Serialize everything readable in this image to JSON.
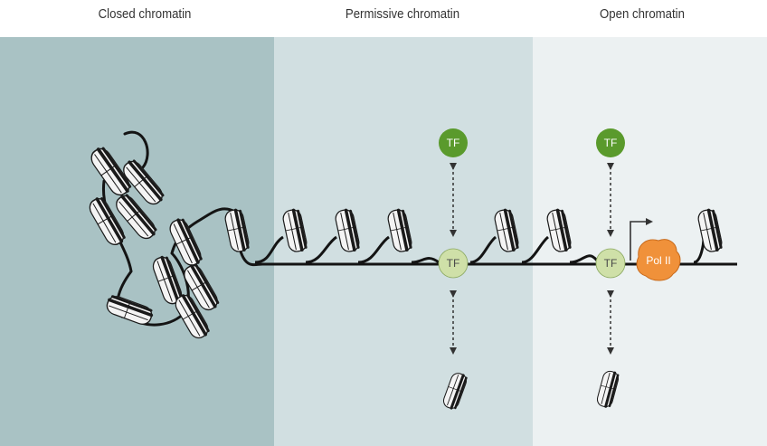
{
  "regions": [
    {
      "title": "Closed chromatin",
      "color": "#a9c2c4"
    },
    {
      "title": "Permissive chromatin",
      "color": "#d1dfe1"
    },
    {
      "title": "Open chromatin",
      "color": "#ecf1f2"
    }
  ],
  "labels": {
    "tf": "TF",
    "pol": "Pol II"
  },
  "colors": {
    "tf_free": "#5a9a2c",
    "tf_bound": "#cfe0a8",
    "pol": "#f0913a",
    "dna": "#141414"
  }
}
